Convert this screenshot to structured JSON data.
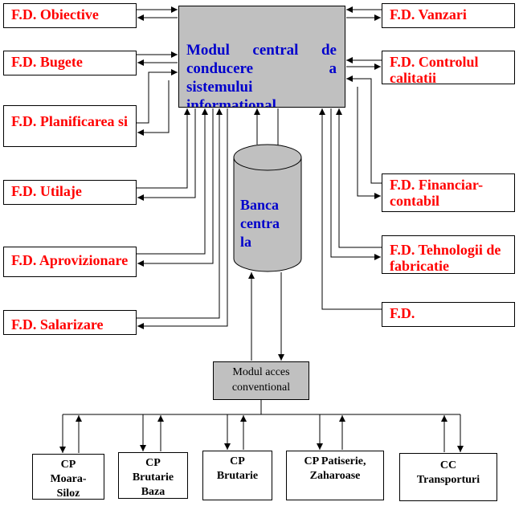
{
  "central_module": {
    "lines": [
      "Modul central de",
      "conducere a",
      "sistemului",
      "informational"
    ]
  },
  "database": {
    "lines": [
      "Banca",
      "centra",
      "la"
    ]
  },
  "access_module": {
    "lines": [
      "Modul acces",
      "conventional"
    ]
  },
  "fd_left": [
    {
      "id": "obiective",
      "label": "F.D. Obiective"
    },
    {
      "id": "bugete",
      "label": "F.D. Bugete"
    },
    {
      "id": "planificarea",
      "label": "F.D. Planificarea si"
    },
    {
      "id": "utilaje",
      "label": "F.D. Utilaje"
    },
    {
      "id": "aprovizionare",
      "label": "F.D. Aprovizionare"
    },
    {
      "id": "salarizare",
      "label": "F.D. Salarizare"
    }
  ],
  "fd_right": [
    {
      "id": "vanzari",
      "label": "F.D. Vanzari"
    },
    {
      "id": "controlul-calitatii",
      "label": "F.D. Controlul calitatii"
    },
    {
      "id": "financiar-contabil",
      "label": "F.D. Financiar-contabil"
    },
    {
      "id": "tehnologii",
      "label": "F.D. Tehnologii de fabricatie"
    },
    {
      "id": "fd-last",
      "label": "F.D."
    }
  ],
  "cp_units": [
    {
      "id": "moara-siloz",
      "lines": [
        "CP",
        "Moara-",
        "Siloz"
      ]
    },
    {
      "id": "brutarie-baza",
      "lines": [
        "CP",
        "Brutarie",
        "Baza"
      ]
    },
    {
      "id": "brutarie",
      "lines": [
        "CP",
        "Brutarie"
      ]
    },
    {
      "id": "patiserie",
      "lines": [
        "CP  Patiserie,",
        "Zaharoase"
      ]
    },
    {
      "id": "transporturi",
      "lines": [
        "CC",
        "Transporturi"
      ]
    }
  ]
}
